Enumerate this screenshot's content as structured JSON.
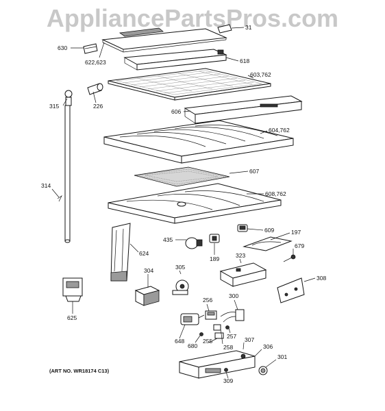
{
  "watermark": "AppliancePartsPros.com",
  "art_number": "(ART NO. WR18174 C13)",
  "labels": {
    "l31": "31",
    "l630": "630",
    "l622": "622,623",
    "l618": "618",
    "l603": "603,762",
    "l315": "315",
    "l226": "226",
    "l606": "606",
    "l604": "604,762",
    "l607": "607",
    "l314": "314",
    "l608": "608,762",
    "l609": "609",
    "l197": "197",
    "l435": "435",
    "l624": "624",
    "l189": "189",
    "l679": "679",
    "l323": "323",
    "l305": "305",
    "l304": "304",
    "l308": "308",
    "l625": "625",
    "l256": "256",
    "l300": "300",
    "l257": "257",
    "l648": "648",
    "l255": "255",
    "l680": "680",
    "l258": "258",
    "l307": "307",
    "l306": "306",
    "l301": "301",
    "l309": "309"
  }
}
